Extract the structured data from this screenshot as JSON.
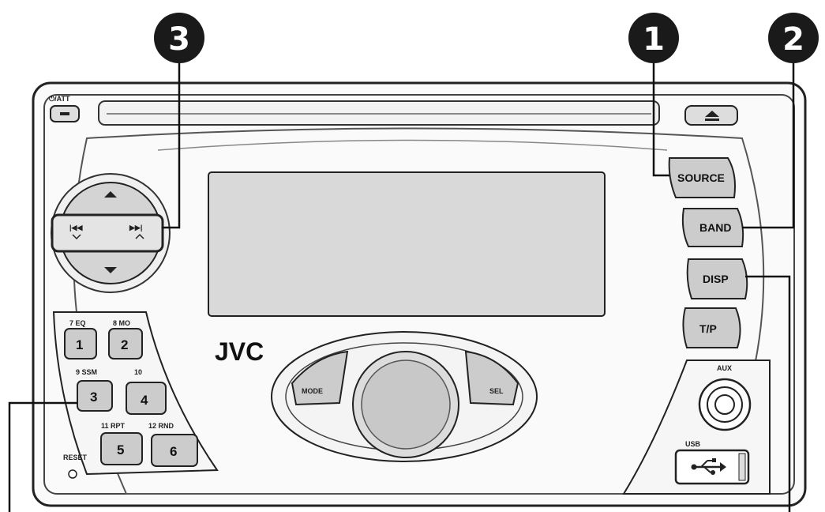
{
  "brand": "JVC",
  "power_label": "⏻/ATT",
  "reset_label": "RESET",
  "aux_label": "AUX",
  "usb_label": "USB",
  "callouts": [
    "3",
    "1",
    "2"
  ],
  "right_buttons": {
    "source": "SOURCE",
    "band": "BAND",
    "disp": "DISP",
    "tp": "T/P"
  },
  "dial_buttons": {
    "mode": "MODE",
    "sel": "SEL"
  },
  "presets": [
    {
      "num": "1",
      "sub": "7  EQ"
    },
    {
      "num": "2",
      "sub": "8  MO"
    },
    {
      "num": "3",
      "sub": "9  SSM"
    },
    {
      "num": "4",
      "sub": "10"
    },
    {
      "num": "5",
      "sub": "11  RPT"
    },
    {
      "num": "6",
      "sub": "12  RND"
    }
  ],
  "colors": {
    "button_fill": "#cccccc",
    "outline": "#222222",
    "callout_fill": "#1a1a1a"
  }
}
